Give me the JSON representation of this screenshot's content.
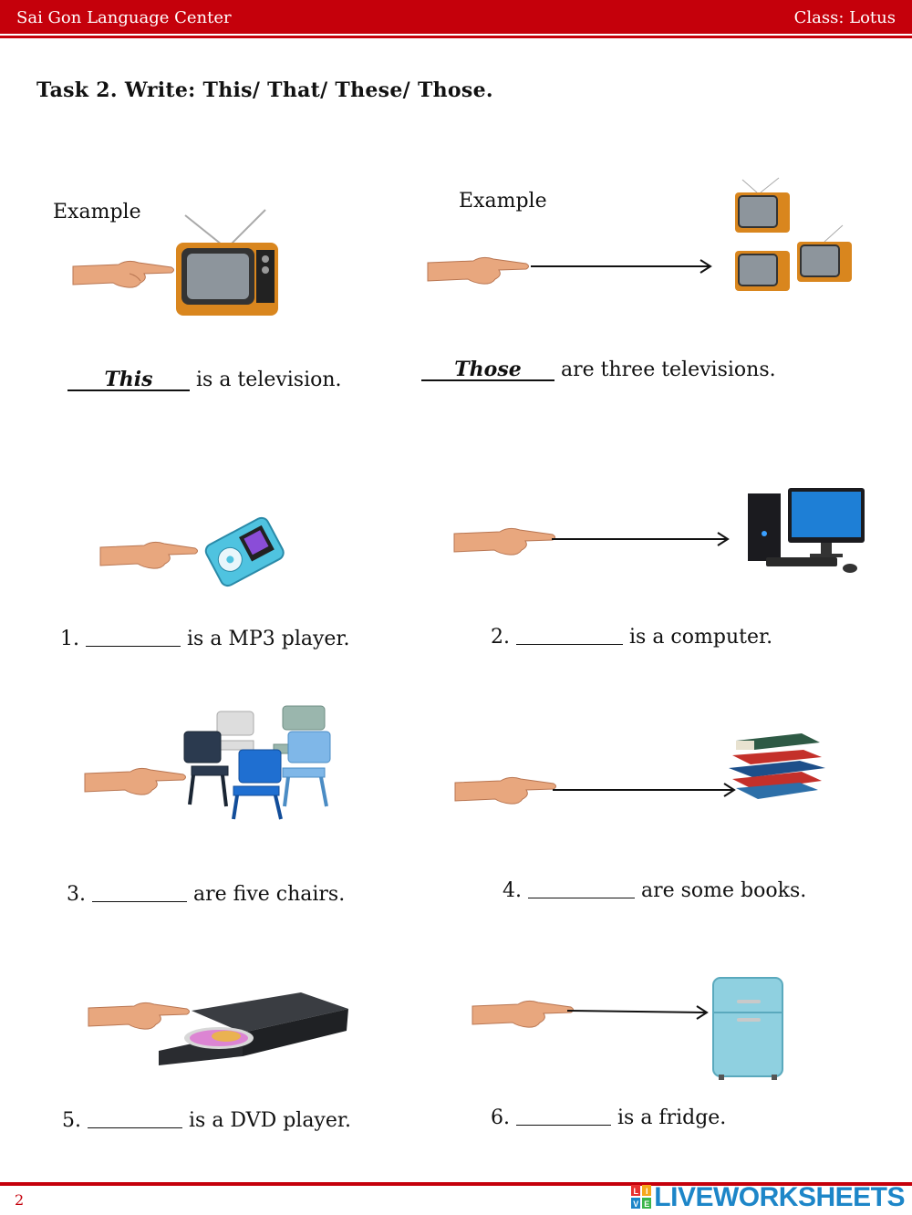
{
  "header": {
    "left": "Sai Gon Language Center",
    "right": "Class: Lotus"
  },
  "task": {
    "title": "Task 2. Write: This/ That/ These/ Those."
  },
  "examples": [
    {
      "label": "Example",
      "answer": "This",
      "rest": "is a television."
    },
    {
      "label": "Example",
      "answer": "Those",
      "rest": "are three televisions."
    }
  ],
  "items": [
    {
      "number": "1.",
      "rest": "is a MP3 player."
    },
    {
      "number": "2.",
      "rest": "is a computer."
    },
    {
      "number": "3.",
      "rest": "are five chairs."
    },
    {
      "number": "4.",
      "rest": "are some books."
    },
    {
      "number": "5.",
      "rest": "is a DVD player."
    },
    {
      "number": "6.",
      "rest": "is a fridge."
    }
  ],
  "footer": {
    "page": "2",
    "brand": "LIVEWORKSHEETS",
    "badge": [
      "L",
      "I",
      "V",
      "E"
    ]
  },
  "colors": {
    "accent": "#c5000b",
    "brand": "#1d86c8",
    "skin": "#e8a77e"
  },
  "icons": [
    "pointing-hand-icon",
    "arrow-icon",
    "television-icon",
    "mp3-player-icon",
    "computer-icon",
    "chairs-icon",
    "books-icon",
    "dvd-player-icon",
    "fridge-icon"
  ]
}
